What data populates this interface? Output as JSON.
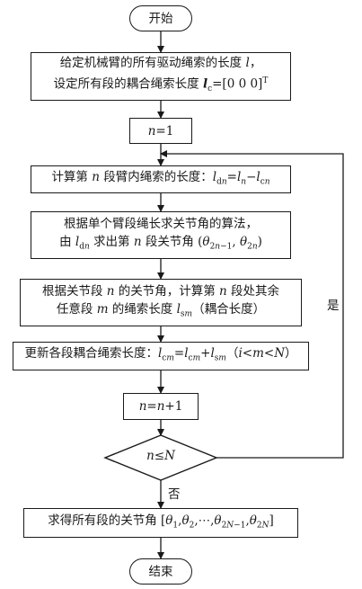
{
  "start": "开始",
  "end": "结束",
  "step1": {
    "line1": "给定机械臂的所有驱动绳索的长度 l，",
    "line2": "设定所有段的耦合绳索长度 lc=[0 0 0]T"
  },
  "step2": "n=1",
  "step3": "计算第 n 段臂内绳索的长度：ldn=ln−lcn",
  "step4": {
    "line1": "根据单个臂段绳长求关节角的算法，",
    "line2": "由 ldn 求出第 n 段关节角 (θ2n−1, θ2n)"
  },
  "step5": {
    "line1": "根据关节段 n 的关节角，计算第 n 段处其余",
    "line2": "任意段 m 的绳索长度 lsm（耦合长度）"
  },
  "step6": "更新各段耦合绳索长度：lcm=lcm+lsm（i<m<N）",
  "step7": "n=n+1",
  "decision": "n≤N",
  "yes_label": "是",
  "no_label": "否",
  "step8": "求得所有段的关节角 [θ1,θ2,⋯,θ2N−1,θ2N]"
}
